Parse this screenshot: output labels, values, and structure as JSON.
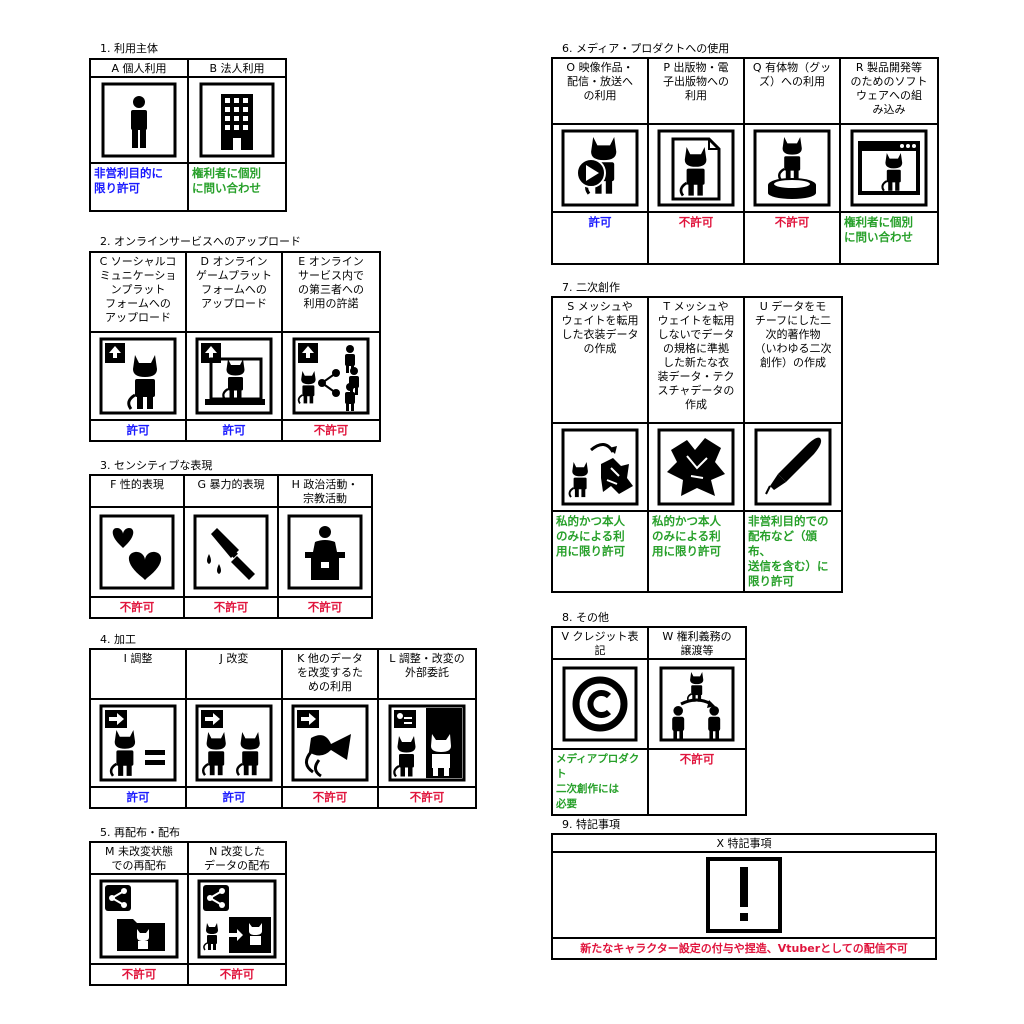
{
  "colors": {
    "allowed": "#1a1aff",
    "denied": "#e0143c",
    "conditional": "#27a02a"
  },
  "sections": {
    "s1": {
      "title": "1. 利用主体",
      "items": [
        {
          "header": "A 個人利用",
          "icon": "person-icon",
          "status": "非営利目的に\n限り許可",
          "tone": "allowed"
        },
        {
          "header": "B 法人利用",
          "icon": "office-building-icon",
          "status": "権利者に個別\nに問い合わせ",
          "tone": "conditional"
        }
      ]
    },
    "s2": {
      "title": "2. オンラインサービスへのアップロード",
      "items": [
        {
          "header": "C ソーシャルコ\nミュニケーショ\nンプラット\nフォームへの\nアップロード",
          "icon": "upload-social-icon",
          "status": "許可",
          "tone": "allowed"
        },
        {
          "header": "D オンライン\nゲームプラット\nフォームへの\nアップロード",
          "icon": "upload-game-icon",
          "status": "許可",
          "tone": "allowed"
        },
        {
          "header": "E オンライン\nサービス内で\nの第三者への\n利用の許諾",
          "icon": "share-third-party-icon",
          "status": "不許可",
          "tone": "denied"
        }
      ]
    },
    "s3": {
      "title": "3. センシティブな表現",
      "items": [
        {
          "header": "F 性的表現",
          "icon": "hearts-icon",
          "status": "不許可",
          "tone": "denied"
        },
        {
          "header": "G 暴力的表現",
          "icon": "knife-icon",
          "status": "不許可",
          "tone": "denied"
        },
        {
          "header": "H 政治活動・\n宗教活動",
          "icon": "podium-icon",
          "status": "不許可",
          "tone": "denied"
        }
      ]
    },
    "s4": {
      "title": "4. 加工",
      "items": [
        {
          "header": "I 調整",
          "icon": "adjust-icon",
          "status": "許可",
          "tone": "allowed"
        },
        {
          "header": "J 改変",
          "icon": "modify-icon",
          "status": "許可",
          "tone": "allowed"
        },
        {
          "header": "K 他のデータ\nを改変するた\nめの利用",
          "icon": "other-data-icon",
          "status": "不許可",
          "tone": "denied"
        },
        {
          "header": "L 調整・改変の\n外部委託",
          "icon": "outsource-icon",
          "status": "不許可",
          "tone": "denied"
        }
      ]
    },
    "s5": {
      "title": "5. 再配布・配布",
      "items": [
        {
          "header": "M 未改変状態\nでの再配布",
          "icon": "redistribute-icon",
          "status": "不許可",
          "tone": "denied"
        },
        {
          "header": "N 改変した\nデータの配布",
          "icon": "distribute-modified-icon",
          "status": "不許可",
          "tone": "denied"
        }
      ]
    },
    "s6": {
      "title": "6. メディア・プロダクトへの使用",
      "items": [
        {
          "header": "O 映像作品・\n配信・放送へ\nの利用",
          "icon": "video-icon",
          "status": "許可",
          "tone": "allowed"
        },
        {
          "header": "P 出版物・電\n子出版物への\n利用",
          "icon": "publication-icon",
          "status": "不許可",
          "tone": "denied"
        },
        {
          "header": "Q 有体物（グッ\nズ）への利用",
          "icon": "figure-goods-icon",
          "status": "不許可",
          "tone": "denied"
        },
        {
          "header": "R 製品開発等\nのためのソフト\nウェアへの組\nみ込み",
          "icon": "software-window-icon",
          "status": "権利者に個別\nに問い合わせ",
          "tone": "conditional"
        }
      ]
    },
    "s7": {
      "title": "7. 二次創作",
      "items": [
        {
          "header": "S メッシュや\nウェイトを転用\nした衣装データ\nの作成",
          "icon": "mesh-reuse-icon",
          "status": "私的かつ本人\nのみによる利\n用に限り許可",
          "tone": "conditional"
        },
        {
          "header": "T メッシュや\nウェイトを転用\nしないでデータ\nの規格に準拠\nした新たな衣\n装データ・テク\nスチャデータの\n作成",
          "icon": "costume-icon",
          "status": "私的かつ本人\nのみによる利\n用に限り許可",
          "tone": "conditional"
        },
        {
          "header": "U データをモ\nチーフにした二\n次的著作物\n（いわゆる二次\n創作）の作成",
          "icon": "pen-icon",
          "status": "非営利目的での\n配布など（頒布、\n送信を含む）に\n限り許可",
          "tone": "conditional"
        }
      ]
    },
    "s8": {
      "title": "8. その他",
      "items": [
        {
          "header": "V クレジット表\n記",
          "icon": "copyright-icon",
          "status": "メディアプロダクト\n二次創作には\n必要",
          "tone": "conditional"
        },
        {
          "header": "W 権利義務の\n譲渡等",
          "icon": "transfer-icon",
          "status": "不許可",
          "tone": "denied"
        }
      ]
    },
    "s9": {
      "title": "9. 特記事項",
      "header": "X 特記事項",
      "icon": "exclamation-icon",
      "note": "新たなキャラクター設定の付与や捏造、Vtuberとしての配信不可",
      "tone": "denied"
    }
  }
}
